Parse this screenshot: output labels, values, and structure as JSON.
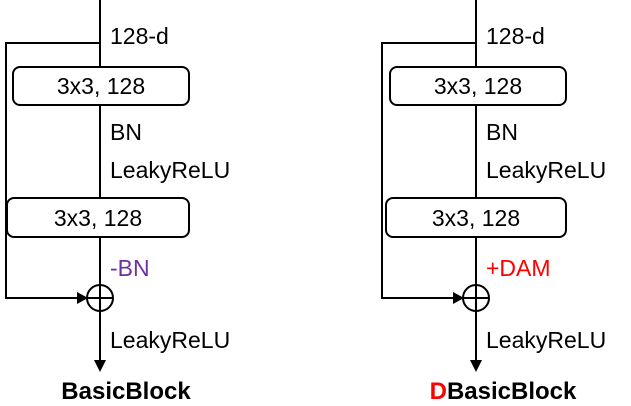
{
  "colors": {
    "line": "#000000",
    "bn_annotation": "#7030A0",
    "dam_annotation": "#FF0000",
    "title_highlight": "#FF0000"
  },
  "left_block": {
    "input_label": "128-d",
    "conv1_label": "3x3, 128",
    "norm_label": "BN",
    "act1_label": "LeakyReLU",
    "conv2_label": "3x3, 128",
    "annotation": "-BN",
    "act2_label": "LeakyReLU",
    "title": "BasicBlock",
    "merge_icon": "circle-plus-icon"
  },
  "right_block": {
    "input_label": "128-d",
    "conv1_label": "3x3, 128",
    "norm_label": "BN",
    "act1_label": "LeakyReLU",
    "conv2_label": "3x3, 128",
    "annotation": "+DAM",
    "act2_label": "LeakyReLU",
    "title_prefix": "D",
    "title_rest": "BasicBlock",
    "merge_icon": "circle-plus-icon"
  }
}
